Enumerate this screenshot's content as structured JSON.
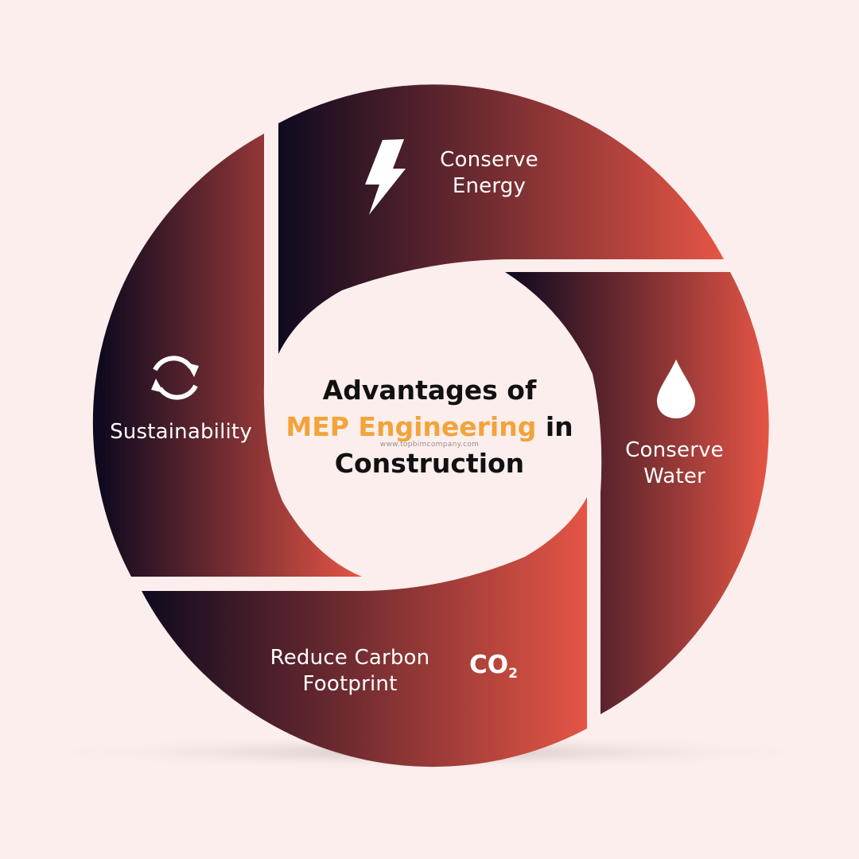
{
  "title": {
    "line1": "Advantages of",
    "highlight": "MEP Engineering",
    "line2_suffix": " in",
    "line3": "Construction"
  },
  "watermark": "www.topbimcompany.com",
  "segments": [
    {
      "id": "energy",
      "line1": "Conserve",
      "line2": "Energy",
      "icon": "lightning-bolt-icon"
    },
    {
      "id": "water",
      "line1": "Conserve",
      "line2": "Water",
      "icon": "water-drop-icon"
    },
    {
      "id": "carbon",
      "line1": "Reduce Carbon",
      "line2": "Footprint",
      "icon": "co2-icon",
      "icon_text": "CO",
      "icon_sub": "2"
    },
    {
      "id": "sustainability",
      "line1": "Sustainability",
      "icon": "recycle-arrows-icon"
    }
  ],
  "colors": {
    "background": "#fbeeec",
    "gradient_dark": "#0f0a1f",
    "gradient_light": "#e55545",
    "title_text": "#111111",
    "highlight_text": "#f2a33a",
    "label_text": "#ffffff"
  }
}
